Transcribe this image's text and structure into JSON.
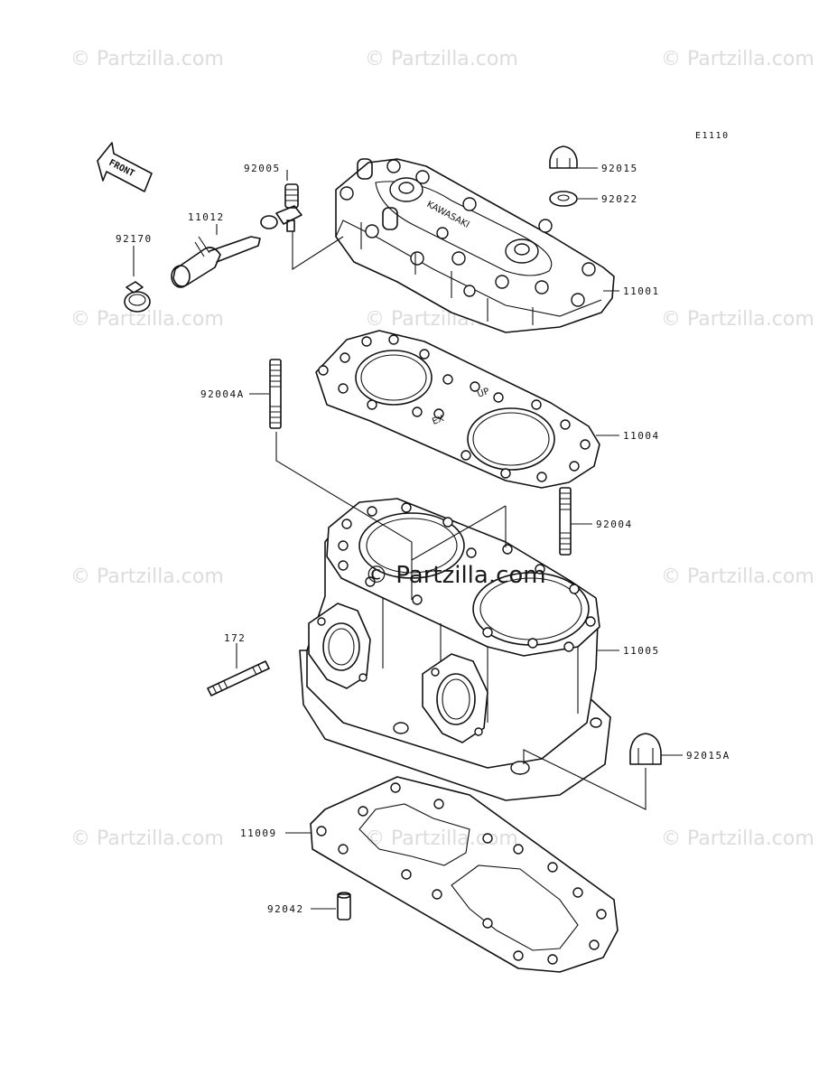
{
  "diagram_code": "E1110",
  "front_label": "FRONT",
  "watermark": {
    "text": "© Partzilla.com"
  },
  "parts": [
    {
      "id": "p-92015",
      "label": "92015"
    },
    {
      "id": "p-92022",
      "label": "92022"
    },
    {
      "id": "p-92005",
      "label": "92005"
    },
    {
      "id": "p-11012",
      "label": "11012"
    },
    {
      "id": "p-92170",
      "label": "92170"
    },
    {
      "id": "p-11001",
      "label": "11001"
    },
    {
      "id": "p-92004A",
      "label": "92004A"
    },
    {
      "id": "p-11004",
      "label": "11004"
    },
    {
      "id": "p-92004",
      "label": "92004"
    },
    {
      "id": "p-172",
      "label": "172"
    },
    {
      "id": "p-11005",
      "label": "11005"
    },
    {
      "id": "p-92015A",
      "label": "92015A"
    },
    {
      "id": "p-11009",
      "label": "11009"
    },
    {
      "id": "p-92042",
      "label": "92042"
    }
  ],
  "cylinder_head_text": "KAWASAKI",
  "gasket_marks": {
    "up": "UP",
    "ex": "EX"
  }
}
